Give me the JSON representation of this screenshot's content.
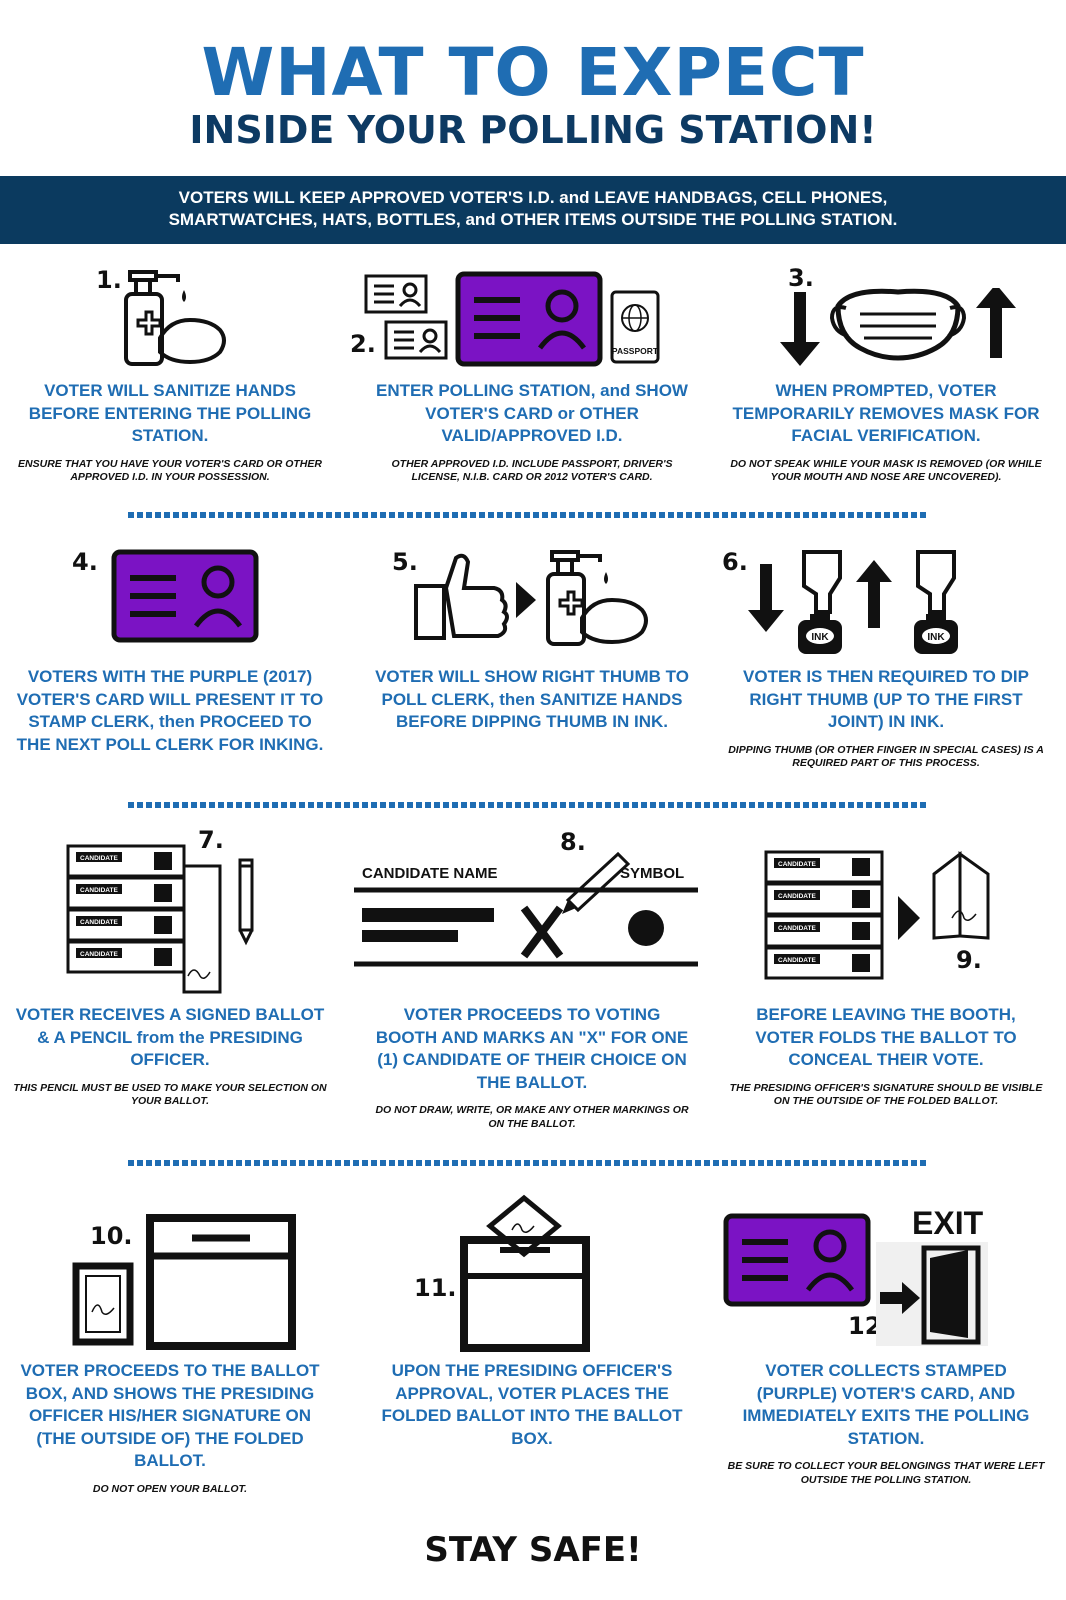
{
  "header": {
    "title_line1": "WHAT TO EXPECT",
    "title_line2": "INSIDE YOUR POLLING STATION!"
  },
  "banner": {
    "line1": "VOTERS WILL KEEP APPROVED VOTER'S I.D. and  LEAVE HANDBAGS, CELL PHONES,",
    "line2": "SMARTWATCHES, HATS, BOTTLES, and OTHER ITEMS OUTSIDE THE POLLING STATION."
  },
  "steps": [
    {
      "number": "1.",
      "text": "VOTER WILL SANITIZE HANDS BEFORE ENTERING THE POLLING STATION.",
      "note": "ENSURE THAT YOU HAVE YOUR VOTER'S CARD OR OTHER APPROVED I.D. IN YOUR POSSESSION."
    },
    {
      "number": "2.",
      "text": "ENTER POLLING STATION, and SHOW VOTER'S CARD or OTHER VALID/APPROVED I.D.",
      "note": "OTHER APPROVED I.D. INCLUDE PASSPORT, DRIVER'S LICENSE, N.I.B. CARD OR 2012 VOTER'S CARD."
    },
    {
      "number": "3.",
      "text": "WHEN PROMPTED, VOTER TEMPORARILY REMOVES MASK FOR FACIAL VERIFICATION.",
      "note": "DO NOT SPEAK WHILE YOUR MASK IS REMOVED (OR WHILE YOUR MOUTH AND NOSE ARE UNCOVERED)."
    },
    {
      "number": "4.",
      "text": "VOTERS WITH THE PURPLE (2017) VOTER'S CARD WILL PRESENT IT TO STAMP CLERK, then PROCEED TO THE NEXT POLL CLERK FOR INKING.",
      "note": ""
    },
    {
      "number": "5.",
      "text": "VOTER WILL SHOW RIGHT THUMB TO POLL CLERK, then SANITIZE HANDS BEFORE DIPPING THUMB IN INK.",
      "note": ""
    },
    {
      "number": "6.",
      "text": "VOTER IS THEN REQUIRED TO DIP RIGHT THUMB (UP TO THE FIRST JOINT) IN INK.",
      "note": "DIPPING THUMB (OR OTHER FINGER IN SPECIAL CASES) IS A REQUIRED PART OF THIS PROCESS."
    },
    {
      "number": "7.",
      "text": "VOTER RECEIVES A SIGNED BALLOT & A PENCIL from the PRESIDING OFFICER.",
      "note": "THIS PENCIL MUST BE USED TO MAKE YOUR SELECTION ON YOUR BALLOT."
    },
    {
      "number": "8.",
      "text": "VOTER PROCEEDS TO VOTING BOOTH AND MARKS AN \"X\" FOR ONE (1) CANDIDATE OF THEIR CHOICE ON THE BALLOT.",
      "note": "DO NOT DRAW, WRITE, OR MAKE ANY OTHER MARKINGS OR ON THE BALLOT."
    },
    {
      "number": "9.",
      "text": "BEFORE LEAVING THE BOOTH, VOTER FOLDS THE BALLOT TO CONCEAL THEIR VOTE.",
      "note": "THE PRESIDING OFFICER'S SIGNATURE SHOULD BE VISIBLE ON THE OUTSIDE OF THE FOLDED BALLOT."
    },
    {
      "number": "10.",
      "text": "VOTER PROCEEDS TO THE BALLOT BOX, AND SHOWS THE PRESIDING OFFICER HIS/HER SIGNATURE ON (THE OUTSIDE OF) THE FOLDED BALLOT.",
      "note": "DO NOT OPEN YOUR BALLOT."
    },
    {
      "number": "11.",
      "text": "UPON THE PRESIDING OFFICER'S APPROVAL, VOTER PLACES THE FOLDED BALLOT INTO THE BALLOT BOX.",
      "note": ""
    },
    {
      "number": "12.",
      "text": "VOTER COLLECTS STAMPED (PURPLE) VOTER'S CARD, AND IMMEDIATELY EXITS THE POLLING STATION.",
      "note": "BE SURE TO COLLECT YOUR BELONGINGS THAT WERE LEFT OUTSIDE THE POLLING STATION."
    }
  ],
  "labels": {
    "passport": "PASSPORT",
    "ink": "INK",
    "candidate": "CANDIDATE",
    "candidate_name": "CANDIDATE NAME",
    "symbol": "SYMBOL",
    "exit": "EXIT"
  },
  "footer": "STAY SAFE!",
  "colors": {
    "blue": "#1f6db3",
    "navy": "#0b3a5f",
    "purple": "#7b13c4"
  }
}
